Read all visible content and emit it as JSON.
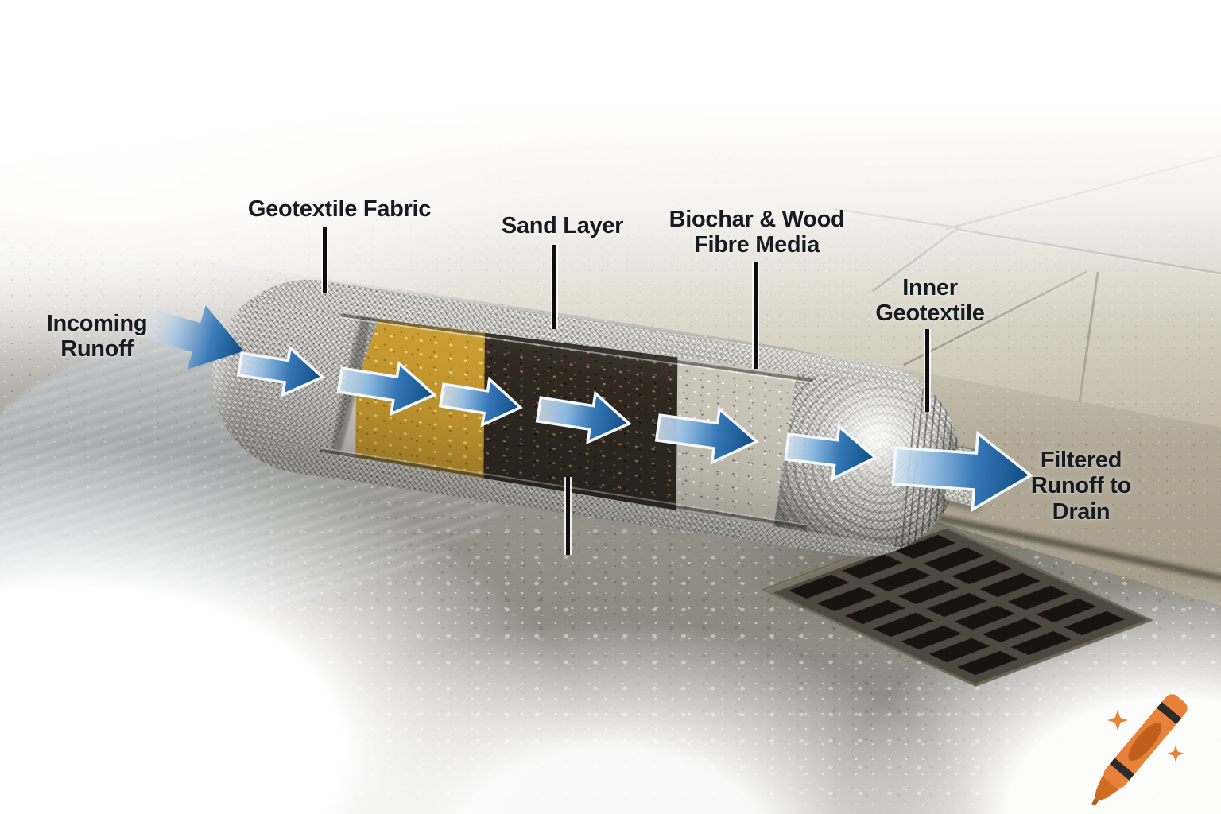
{
  "diagram": {
    "subject": "stormwater filter sock cross-section at a curb drain",
    "labels": {
      "incoming_runoff": "Incoming Runoff",
      "geotextile_fabric": "Geotextile Fabric",
      "sand_layer": "Sand Layer",
      "biochar_wood_fibre": "Biochar & Wood Fibre Media",
      "inner_geotextile": "Inner Geotextile",
      "filtered_runoff": "Filtered Runoff to Drain"
    },
    "sock_layers": [
      {
        "name": "outer-geotextile-mesh",
        "color": "#d6d5cf"
      },
      {
        "name": "sand",
        "color": "#c99c30"
      },
      {
        "name": "biochar-wood-fibre",
        "color": "#2e2821"
      },
      {
        "name": "wood-fibre",
        "color": "#c9c4b8"
      },
      {
        "name": "inner-geotextile-mesh",
        "color": "#d6d5cf"
      }
    ],
    "flow_direction": "left-to-right"
  },
  "colors": {
    "arrow_blue_dark": "#0e4a82",
    "arrow_blue_mid": "#3576b5",
    "arrow_blue_light": "#d6e7f5",
    "arrow_outline": "#f4f8fb",
    "label_text": "#161a21",
    "leader_line": "#0e0e0e",
    "sidewalk": "#d2cbba",
    "street": "#98958c",
    "grate_frame": "#4e4840",
    "grate_slot": "#17130e",
    "watermark_orange": "#e8823a",
    "watermark_dark_orange": "#c05f1d"
  },
  "icons": {
    "watermark": "crayon-icon",
    "watermark_accent": "sparkle-icon",
    "flow": "arrow-right-icon"
  }
}
